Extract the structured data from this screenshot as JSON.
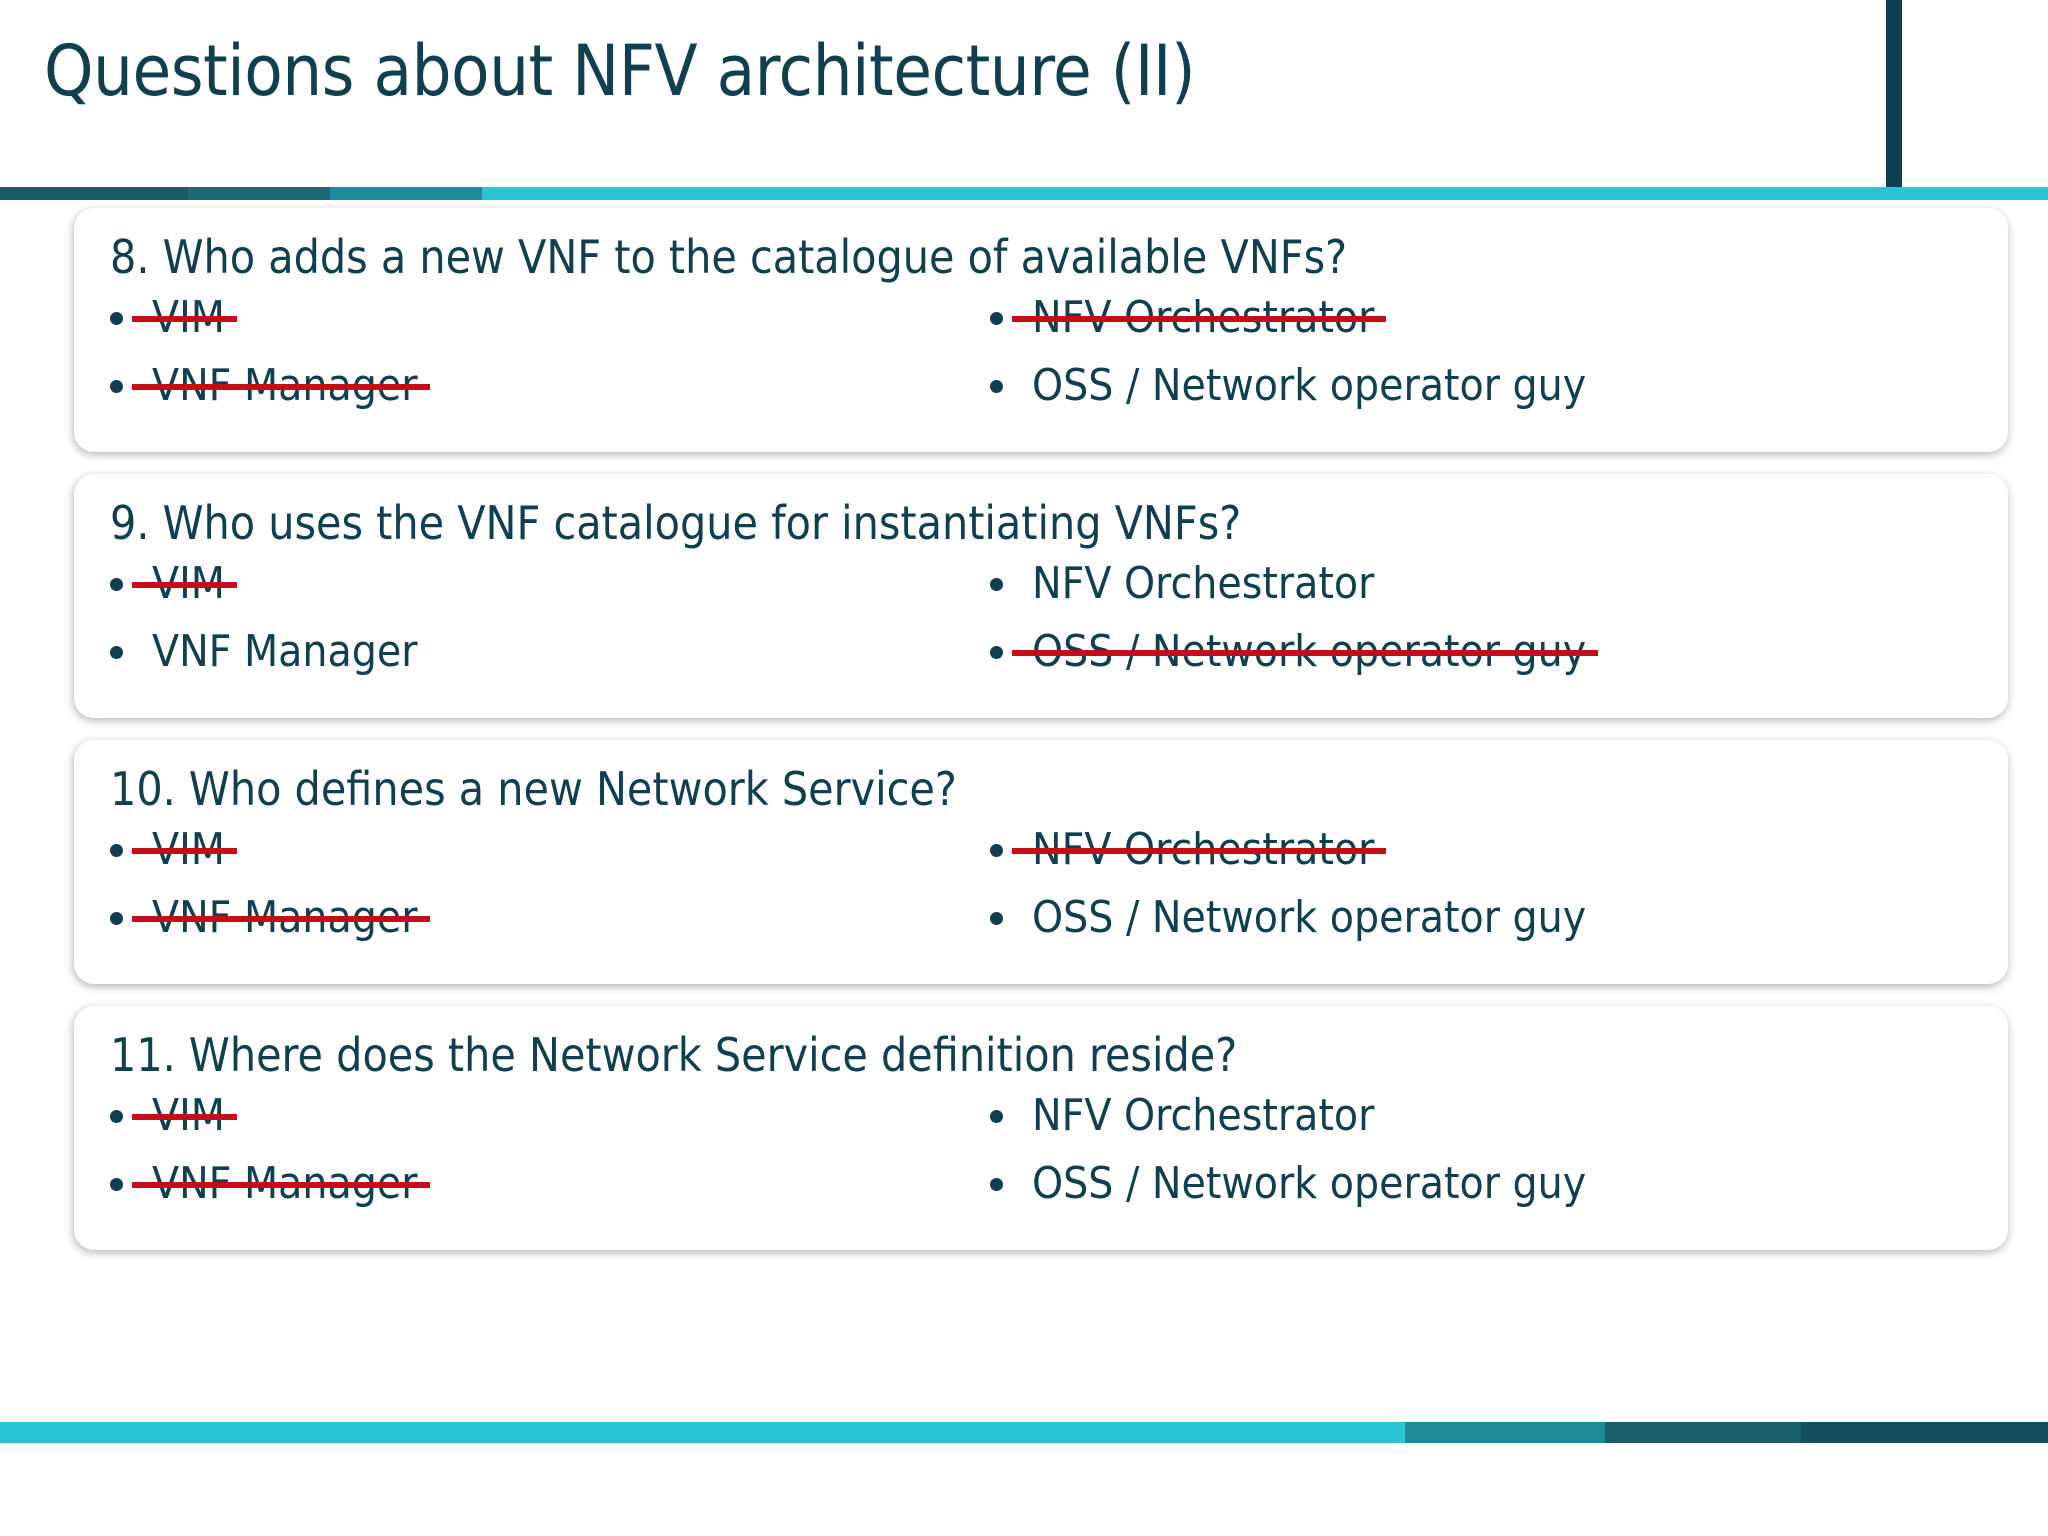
{
  "header": {
    "title": "Questions about NFV architecture (II)",
    "rule_segments": [
      "#155e68",
      "#1a6b76",
      "#1c8d9c",
      "#2ac4d4"
    ],
    "vertical_bar_color": "#0b4050"
  },
  "theme": {
    "text_color": "#10404f",
    "strike_color": "#c40d17",
    "card_background": "#ffffff",
    "page_background": "#ffffff",
    "accent_cyan": "#2ac4d4"
  },
  "footer": {
    "rule_segments": [
      "#2ac4d4",
      "#1f8b96",
      "#195e6d",
      "#11505c"
    ]
  },
  "cards": [
    {
      "question": "8. Who adds a new VNF to the catalogue of available VNFs?",
      "left_options": [
        {
          "label": "VIM",
          "struck": true
        },
        {
          "label": "VNF Manager",
          "struck": true
        }
      ],
      "right_options": [
        {
          "label": "NFV Orchestrator",
          "struck": true
        },
        {
          "label": "OSS / Network operator guy",
          "struck": false
        }
      ]
    },
    {
      "question": "9. Who uses the VNF catalogue for instantiating VNFs?",
      "left_options": [
        {
          "label": "VIM",
          "struck": true
        },
        {
          "label": "VNF Manager",
          "struck": false
        }
      ],
      "right_options": [
        {
          "label": "NFV Orchestrator",
          "struck": false
        },
        {
          "label": "OSS / Network operator guy",
          "struck": true
        }
      ]
    },
    {
      "question": "10. Who defines a new Network Service?",
      "left_options": [
        {
          "label": "VIM",
          "struck": true
        },
        {
          "label": "VNF Manager",
          "struck": true
        }
      ],
      "right_options": [
        {
          "label": "NFV Orchestrator",
          "struck": true
        },
        {
          "label": "OSS / Network operator guy",
          "struck": false
        }
      ]
    },
    {
      "question": "11. Where does the Network Service definition reside?",
      "left_options": [
        {
          "label": "VIM",
          "struck": true
        },
        {
          "label": "VNF Manager",
          "struck": true
        }
      ],
      "right_options": [
        {
          "label": "NFV Orchestrator",
          "struck": false
        },
        {
          "label": "OSS / Network operator guy",
          "struck": false
        }
      ]
    }
  ]
}
